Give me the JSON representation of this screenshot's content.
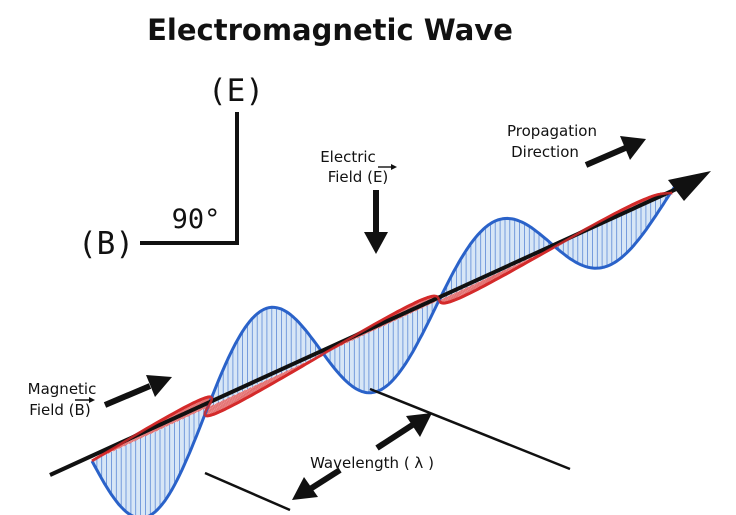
{
  "title": "Electromagnetic Wave",
  "axes_label": {
    "e": "(E)",
    "b": "(B)",
    "angle": "90°"
  },
  "labels": {
    "electric_line1": "Electric",
    "electric_line2": "Field (E)",
    "magnetic_line1": "Magnetic",
    "magnetic_line2": "Field (B)",
    "propagation_line1": "Propagation",
    "propagation_line2": "Direction",
    "wavelength": "Wavelength ( λ )"
  },
  "colors": {
    "electric": "#2a62c9",
    "electric_fill": "#bcd6f0",
    "magnetic": "#d42a2a",
    "magnetic_fill": "#f6c7c7",
    "ink": "#111111"
  }
}
